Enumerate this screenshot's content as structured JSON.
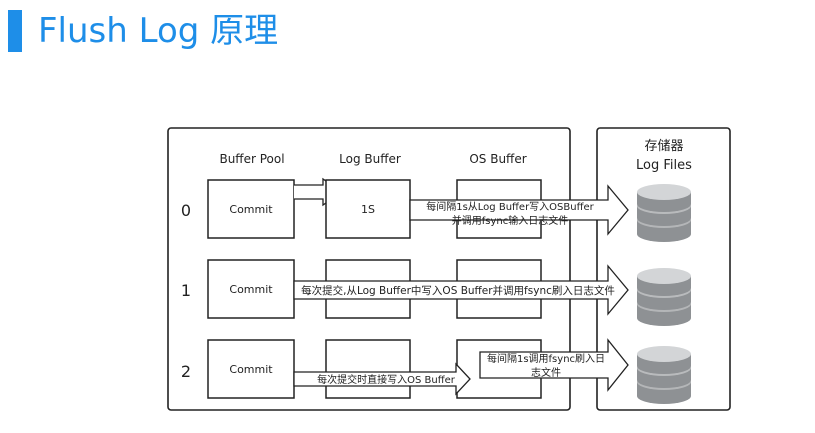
{
  "title": "Flush Log 原理",
  "columns": {
    "buffer_pool": "Buffer Pool",
    "log_buffer": "Log Buffer",
    "os_buffer": "OS Buffer"
  },
  "storage": {
    "line1": "存储器",
    "line2": "Log Files"
  },
  "rows": [
    {
      "index": "0",
      "commit": "Commit",
      "log_text": "1S",
      "note_line1": "每间隔1s从Log Buffer写入OSBuffer",
      "note_line2": "并调用fsync输入日志文件"
    },
    {
      "index": "1",
      "commit": "Commit",
      "note": "每次提交,从Log Buffer中写入OS Buffer并调用fsync刷入日志文件"
    },
    {
      "index": "2",
      "commit": "Commit",
      "note_write": "每次提交时直接写入OS Buffer",
      "note_line1": "每间隔1s调用fsync刷入日",
      "note_line2": "志文件"
    }
  ],
  "colors": {
    "accent": "#1e8ee8",
    "border": "#222222",
    "disk_top": "#c9cbcd",
    "disk_body": "#8e9194"
  }
}
